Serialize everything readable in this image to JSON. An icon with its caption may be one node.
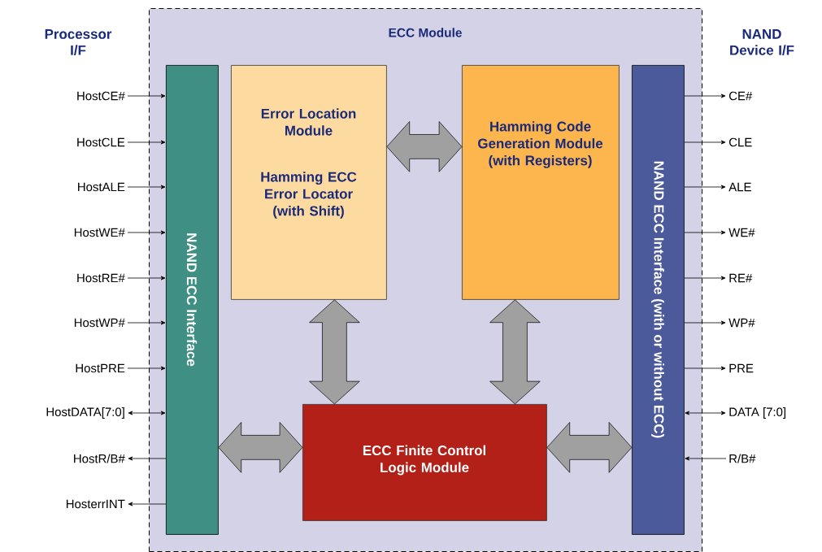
{
  "diagram": {
    "nodes": [
      {
        "text": [
          "ECC Module"
        ]
      },
      {
        "text": [
          "NAND ECC Interface"
        ],
        "in": 0
      },
      {
        "text": [
          "Error Location Module",
          "Hamming ECC Error Locator (with Shift)"
        ],
        "in": 0
      },
      {
        "text": [
          "Hamming Code Generation Module (with Registers)"
        ],
        "in": 0
      },
      {
        "text": [
          "ECC Finite Control Logic Module"
        ],
        "in": 0
      },
      {
        "text": [
          "NAND ECC Interface (with or without ECC)"
        ],
        "in": 0
      },
      {
        "text": [
          "HostCE#"
        ]
      },
      {
        "text": [
          "HostCLE"
        ]
      },
      {
        "text": [
          "HostALE"
        ]
      },
      {
        "text": [
          "HostWE#"
        ]
      },
      {
        "text": [
          "HostRE#"
        ]
      },
      {
        "text": [
          "HostWP#"
        ]
      },
      {
        "text": [
          "HostPRE"
        ]
      },
      {
        "text": [
          "HostDATA[7:0]"
        ]
      },
      {
        "text": [
          "HostR/B#"
        ]
      },
      {
        "text": [
          "HosterrINT"
        ]
      },
      {
        "text": [
          "CE#"
        ]
      },
      {
        "text": [
          "CLE"
        ]
      },
      {
        "text": [
          "ALE"
        ]
      },
      {
        "text": [
          "WE#"
        ]
      },
      {
        "text": [
          "RE#"
        ]
      },
      {
        "text": [
          "WP#"
        ]
      },
      {
        "text": [
          "PRE"
        ]
      },
      {
        "text": [
          "DATA [7:0]"
        ]
      },
      {
        "text": [
          "R/B#"
        ]
      }
    ],
    "edges": [
      {
        "from": 6,
        "to": 1,
        "arrow": "to"
      },
      {
        "from": 7,
        "to": 1,
        "arrow": "to"
      },
      {
        "from": 8,
        "to": 1,
        "arrow": "to"
      },
      {
        "from": 9,
        "to": 1,
        "arrow": "to"
      },
      {
        "from": 10,
        "to": 1,
        "arrow": "to"
      },
      {
        "from": 11,
        "to": 1,
        "arrow": "to"
      },
      {
        "from": 12,
        "to": 1,
        "arrow": "to"
      },
      {
        "from": 13,
        "to": 1,
        "arrow": "both"
      },
      {
        "from": 1,
        "to": 14,
        "arrow": "to"
      },
      {
        "from": 1,
        "to": 15,
        "arrow": "to"
      },
      {
        "from": 5,
        "to": 16,
        "arrow": "to"
      },
      {
        "from": 5,
        "to": 17,
        "arrow": "to"
      },
      {
        "from": 5,
        "to": 18,
        "arrow": "to"
      },
      {
        "from": 5,
        "to": 19,
        "arrow": "to"
      },
      {
        "from": 5,
        "to": 20,
        "arrow": "to"
      },
      {
        "from": 5,
        "to": 21,
        "arrow": "to"
      },
      {
        "from": 5,
        "to": 22,
        "arrow": "to"
      },
      {
        "from": 5,
        "to": 23,
        "arrow": "both"
      },
      {
        "from": 24,
        "to": 5,
        "arrow": "to"
      },
      {
        "from": 2,
        "to": 3,
        "arrow": "both",
        "style": "thick",
        "color": "#a0a0a0"
      },
      {
        "from": 2,
        "to": 4,
        "arrow": "both",
        "style": "thick",
        "color": "#a0a0a0"
      },
      {
        "from": 3,
        "to": 4,
        "arrow": "both",
        "style": "thick",
        "color": "#a0a0a0"
      },
      {
        "from": 1,
        "to": 4,
        "arrow": "both",
        "style": "thick",
        "color": "#a0a0a0"
      },
      {
        "from": 4,
        "to": 5,
        "arrow": "both",
        "style": "thick",
        "color": "#a0a0a0"
      }
    ],
    "labels": [
      "Processor I/F",
      "NAND Device I/F"
    ]
  }
}
